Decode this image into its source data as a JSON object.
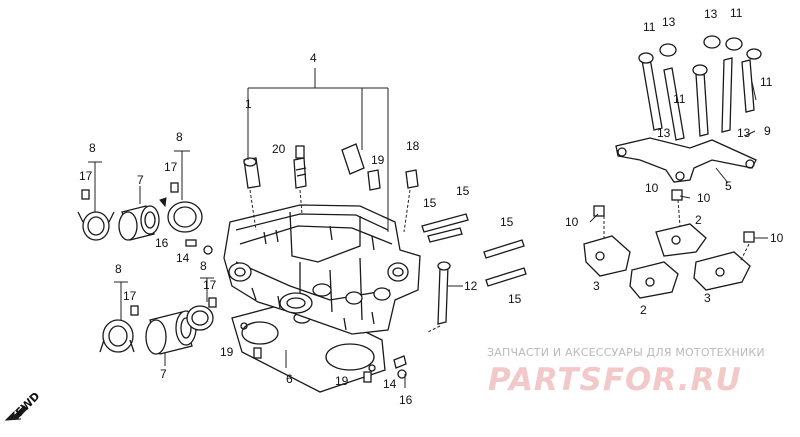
{
  "callouts": [
    {
      "id": "c4",
      "text": "4"
    },
    {
      "id": "c8a",
      "text": "8"
    },
    {
      "id": "c17a",
      "text": "17"
    },
    {
      "id": "c7a",
      "text": "7"
    },
    {
      "id": "c8b",
      "text": "8"
    },
    {
      "id": "c17b",
      "text": "17"
    },
    {
      "id": "c16a",
      "text": "16"
    },
    {
      "id": "c14a",
      "text": "14"
    },
    {
      "id": "c20",
      "text": "20"
    },
    {
      "id": "c1",
      "text": "1"
    },
    {
      "id": "c19a",
      "text": "19"
    },
    {
      "id": "c18",
      "text": "18"
    },
    {
      "id": "c15a",
      "text": "15"
    },
    {
      "id": "c15b",
      "text": "15"
    },
    {
      "id": "c15c",
      "text": "15"
    },
    {
      "id": "c15d",
      "text": "15"
    },
    {
      "id": "c12",
      "text": "12"
    },
    {
      "id": "c8c",
      "text": "8"
    },
    {
      "id": "c17c",
      "text": "17"
    },
    {
      "id": "c8d",
      "text": "8"
    },
    {
      "id": "c17d",
      "text": "17"
    },
    {
      "id": "c7b",
      "text": "7"
    },
    {
      "id": "c19b",
      "text": "19"
    },
    {
      "id": "c6",
      "text": "6"
    },
    {
      "id": "c19c",
      "text": "19"
    },
    {
      "id": "c14b",
      "text": "14"
    },
    {
      "id": "c16b",
      "text": "16"
    },
    {
      "id": "c11a",
      "text": "11"
    },
    {
      "id": "c13a",
      "text": "13"
    },
    {
      "id": "c13b",
      "text": "13"
    },
    {
      "id": "c11b",
      "text": "11"
    },
    {
      "id": "c11c",
      "text": "11"
    },
    {
      "id": "c11d",
      "text": "11"
    },
    {
      "id": "c13c",
      "text": "13"
    },
    {
      "id": "c13d",
      "text": "13"
    },
    {
      "id": "c9",
      "text": "9"
    },
    {
      "id": "c10a",
      "text": "10"
    },
    {
      "id": "c10b",
      "text": "10"
    },
    {
      "id": "c5",
      "text": "5"
    },
    {
      "id": "c10c",
      "text": "10"
    },
    {
      "id": "c2a",
      "text": "2"
    },
    {
      "id": "c10d",
      "text": "10"
    },
    {
      "id": "c3a",
      "text": "3"
    },
    {
      "id": "c2b",
      "text": "2"
    },
    {
      "id": "c3b",
      "text": "3"
    }
  ],
  "watermark": {
    "subtitle": "ЗАПЧАСТИ И АКСЕССУАРЫ ДЛЯ МОТОТЕХНИКИ",
    "brand": "PARTSFOR.RU"
  },
  "direction": {
    "label": "FWD"
  }
}
